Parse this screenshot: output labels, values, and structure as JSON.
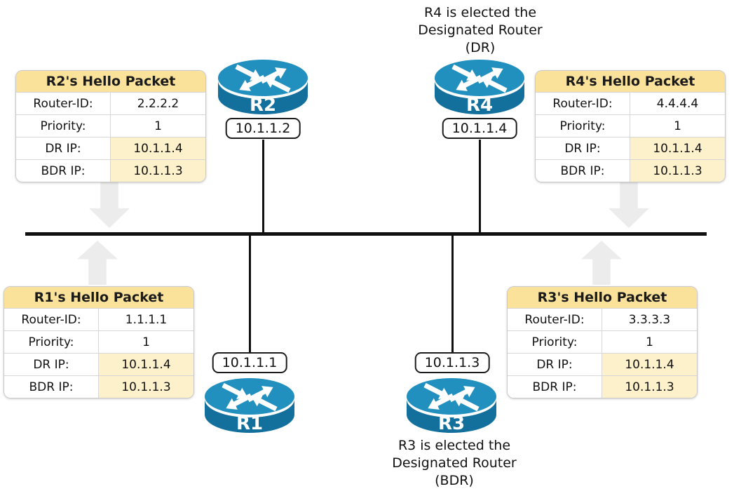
{
  "annotations": {
    "dr_note": {
      "line1": "R4 is elected the",
      "line2": "Designated Router",
      "line3": "(DR)"
    },
    "bdr_note": {
      "line1": "R3 is elected the",
      "line2": "Designated Router",
      "line3": "(BDR)"
    }
  },
  "routers": {
    "r1": {
      "name": "R1",
      "ip": "10.1.1.1"
    },
    "r2": {
      "name": "R2",
      "ip": "10.1.1.2"
    },
    "r3": {
      "name": "R3",
      "ip": "10.1.1.3"
    },
    "r4": {
      "name": "R4",
      "ip": "10.1.1.4"
    }
  },
  "hello_tables": {
    "r1": {
      "title": "R1's Hello Packet",
      "rows": [
        {
          "label": "Router-ID:",
          "value": "1.1.1.1"
        },
        {
          "label": "Priority:",
          "value": "1"
        },
        {
          "label": "DR IP:",
          "value": "10.1.1.4"
        },
        {
          "label": "BDR IP:",
          "value": "10.1.1.3"
        }
      ]
    },
    "r2": {
      "title": "R2's Hello Packet",
      "rows": [
        {
          "label": "Router-ID:",
          "value": "2.2.2.2"
        },
        {
          "label": "Priority:",
          "value": "1"
        },
        {
          "label": "DR IP:",
          "value": "10.1.1.4"
        },
        {
          "label": "BDR IP:",
          "value": "10.1.1.3"
        }
      ]
    },
    "r3": {
      "title": "R3's Hello Packet",
      "rows": [
        {
          "label": "Router-ID:",
          "value": "3.3.3.3"
        },
        {
          "label": "Priority:",
          "value": "1"
        },
        {
          "label": "DR IP:",
          "value": "10.1.1.4"
        },
        {
          "label": "BDR IP:",
          "value": "10.1.1.3"
        }
      ]
    },
    "r4": {
      "title": "R4's Hello Packet",
      "rows": [
        {
          "label": "Router-ID:",
          "value": "4.4.4.4"
        },
        {
          "label": "Priority:",
          "value": "1"
        },
        {
          "label": "DR IP:",
          "value": "10.1.1.4"
        },
        {
          "label": "BDR IP:",
          "value": "10.1.1.3"
        }
      ]
    }
  },
  "colors": {
    "table_header_bg": "#FAE29B",
    "table_highlight_bg": "#FCF1CA",
    "router_top": "#2190BF",
    "router_body": "#13709D",
    "arrow_fill": "#ECECEC",
    "bus_line": "#111111"
  }
}
